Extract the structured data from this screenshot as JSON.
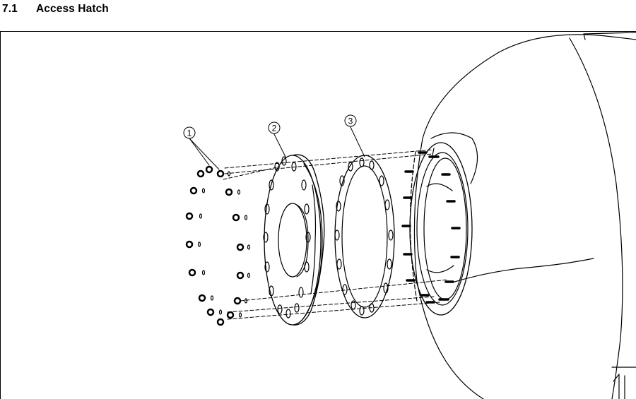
{
  "section": {
    "number": "7.1",
    "title": "Access Hatch"
  },
  "diagram": {
    "callouts": [
      {
        "label": "1"
      },
      {
        "label": "2"
      },
      {
        "label": "3"
      }
    ]
  }
}
